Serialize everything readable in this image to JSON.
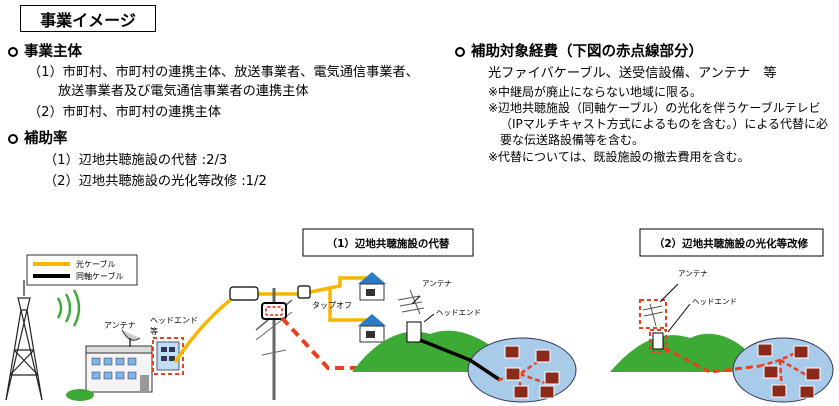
{
  "title": "事業イメージ",
  "left": {
    "entity_heading": "事業主体",
    "entity_lines": [
      "（1）市町村、市町村の連携主体、放送事業者、電気通信事業者、",
      "放送事業者及び電気通信事業者の連携主体",
      "（2）市町村、市町村の連携主体"
    ],
    "rate_heading": "補助率",
    "rate_lines": [
      "（1）辺地共聴施設の代替 :2/3",
      "（2）辺地共聴施設の光化等改修 :1/2"
    ]
  },
  "right": {
    "cost_heading": "補助対象経費（下図の赤点線部分）",
    "cost_main": "光ファイバケーブル、送受信設備、アンテナ　等",
    "notes": [
      "※中継局が廃止にならない地域に限る。",
      "※辺地共聴施設（同軸ケーブル）の光化を伴うケーブルテレビ",
      "（IPマルチキャスト方式によるものを含む。）による代替に必",
      "要な伝送路設備等を含む。",
      "※代替については、既設施設の撤去費用を含む。"
    ]
  },
  "diagram": {
    "legend": {
      "fiber": "光ケーブル",
      "coax": "同軸ケーブル"
    },
    "box1": "（1）辺地共聴施設の代替",
    "box2": "（2）辺地共聴施設の光化等改修",
    "labels": {
      "antenna": "アンテナ",
      "headend_a": "ヘッドエンド",
      "headend_b": "等",
      "tapoff": "タップオフ",
      "antenna2": "アンテナ",
      "headend2": "ヘッドエンド",
      "antenna3": "アンテナ",
      "headend3": "ヘッドエンド"
    },
    "colors": {
      "fiber": "#F7B500",
      "coax": "#000000",
      "red": "#E8401C",
      "hill": "#3DAA35",
      "lake": "#A9CBEA"
    }
  }
}
